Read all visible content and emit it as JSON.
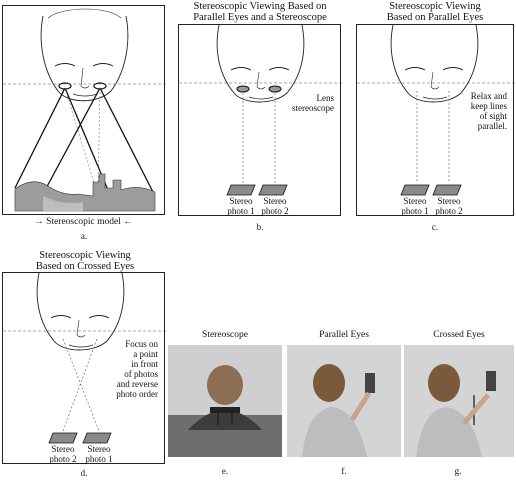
{
  "panels": {
    "a": {
      "letter": "a.",
      "caption": "Stereoscopic model",
      "arrow_left": "→",
      "arrow_right": "←"
    },
    "b": {
      "letter": "b.",
      "title_line1": "Stereoscopic Viewing Based on",
      "title_line2": "Parallel Eyes and a Stereoscope",
      "note_line1": "Lens",
      "note_line2": "stereoscope",
      "photo_left_line1": "Stereo",
      "photo_left_line2": "photo 1",
      "photo_right_line1": "Stereo",
      "photo_right_line2": "photo 2"
    },
    "c": {
      "letter": "c.",
      "title_line1": "Stereoscopic Viewing",
      "title_line2": "Based on Parallel Eyes",
      "note_line1": "Relax and",
      "note_line2": "keep lines",
      "note_line3": "of sight",
      "note_line4": "parallel.",
      "photo_left_line1": "Stereo",
      "photo_left_line2": "photo 1",
      "photo_right_line1": "Stereo",
      "photo_right_line2": "photo 2"
    },
    "d": {
      "letter": "d.",
      "title_line1": "Stereoscopic Viewing",
      "title_line2": "Based on Crossed Eyes",
      "note_line1": "Focus on",
      "note_line2": "a point",
      "note_line3": "in front",
      "note_line4": "of photos",
      "note_line5": "and reverse",
      "note_line6": "photo order",
      "photo_left_line1": "Stereo",
      "photo_left_line2": "photo 2",
      "photo_right_line1": "Stereo",
      "photo_right_line2": "photo 1"
    },
    "e": {
      "letter": "e.",
      "title": "Stereoscope"
    },
    "f": {
      "letter": "f.",
      "title": "Parallel Eyes"
    },
    "g": {
      "letter": "g.",
      "title": "Crossed Eyes"
    }
  },
  "colors": {
    "ink": "#111111",
    "photo_fill": "#8a8a8a",
    "photo_background": "#c9c9c9",
    "ground": "#9c9c9c"
  }
}
